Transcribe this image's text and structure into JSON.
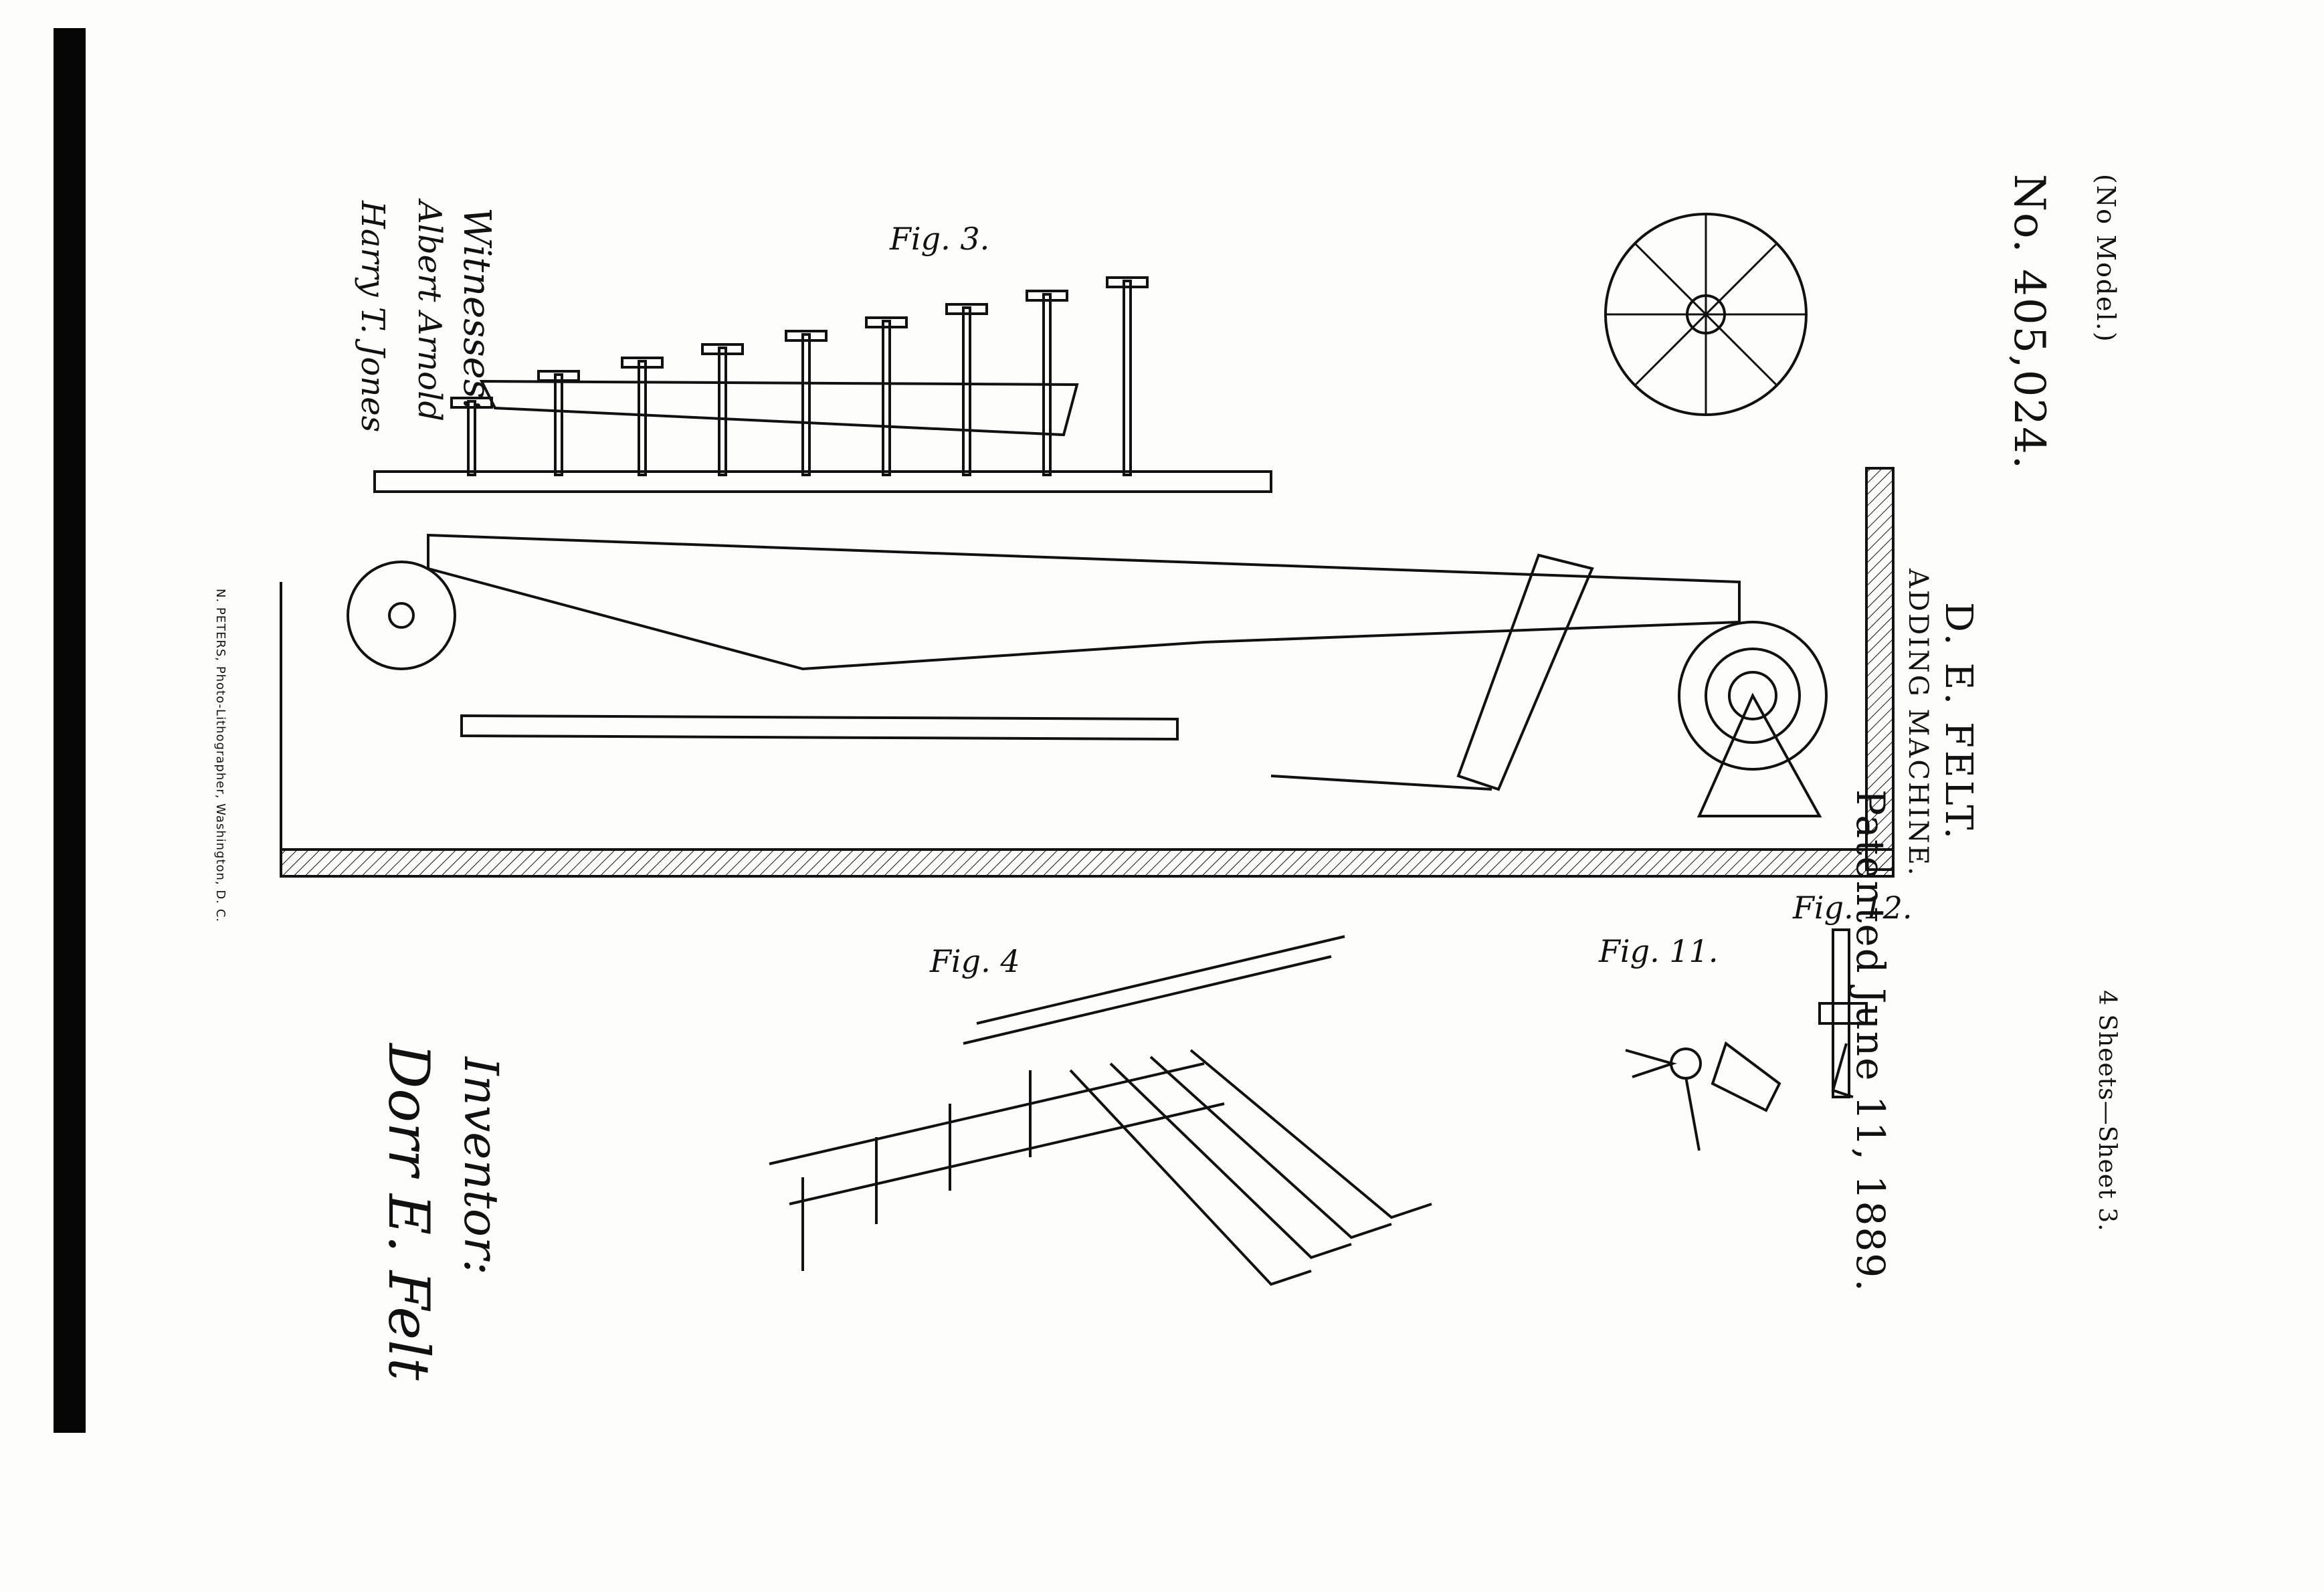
{
  "header": {
    "model_note": "(No Model.)",
    "patent_number": "No. 405,024.",
    "inventor_name": "D. E. FELT.",
    "title": "ADDING MACHINE.",
    "patented_date": "Patented June 11, 1889.",
    "sheet_info": "4 Sheets—Sheet 3."
  },
  "figures": {
    "fig3": "Fig. 3.",
    "fig4": "Fig. 4",
    "fig11": "Fig. 11.",
    "fig12": "Fig. 12."
  },
  "signatures": {
    "witnesses_heading": "Witnesses:",
    "witness_1": "Albert Arnold",
    "witness_2": "Harry T. Jones",
    "inventor_heading": "Inventor:",
    "inventor_signature": "Dorr E. Felt"
  },
  "lithographer": "N. PETERS, Photo-Lithographer, Washington, D. C.",
  "colors": {
    "ink": "#111111",
    "paper": "#fdfdfb",
    "scan_edge": "#050505"
  }
}
